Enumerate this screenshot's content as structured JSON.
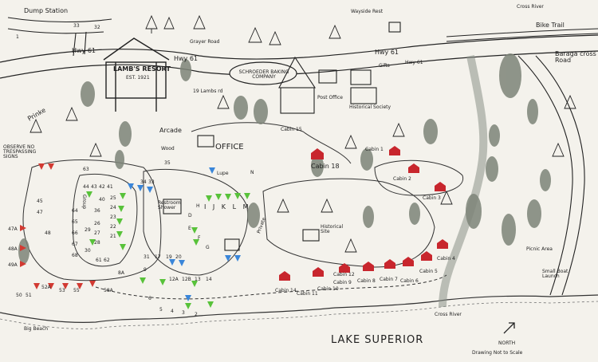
{
  "colors": {
    "paper": "#f4f2ec",
    "ink": "#1e1e1e",
    "cabin_red": "#c8262d",
    "site_green": "#58c23a",
    "site_blue": "#3a86d9",
    "site_red": "#d23a32",
    "tree_gray": "#7d8478"
  },
  "labels": {
    "dump_station": "Dump Station",
    "hwy61_a": "Hwy 61",
    "hwy61_b": "Hwy 61",
    "hwy61_c": "Hwy 61",
    "hwy61_d": "Hwy 61",
    "road_1": "1",
    "road_33": "33",
    "road_32": "32",
    "road_63": "63",
    "road_35": "35",
    "resort_sign": "LAMB'S RESORT",
    "resort_est": "EST. 1921",
    "grayer_road": "Grayer Road",
    "lambs_road": "19 Lambs rd",
    "bakery_name": "SCHROEDER BAKING COMPANY",
    "wayside_rest": "Wayside Rest",
    "gifts": "Gifts",
    "post_office": "Post Office",
    "historical_society": "Historical Society",
    "bike_trail": "Bike Trail",
    "cross_river_top": "Cross River",
    "baraga_cross": "Baraga cross Road",
    "prinke": "Prinke",
    "arcade": "Arcade",
    "wood": "Wood",
    "office": "OFFICE",
    "cabin15": "Cabin 15",
    "cabin18": "Cabin 18",
    "cabin1": "Cabin 1",
    "cabin2": "Cabin 2",
    "cabin3": "Cabin 3",
    "cabin4": "Cabin 4",
    "cabin5": "Cabin 5",
    "cabin6": "Cabin 6",
    "cabin7": "Cabin 7",
    "cabin8": "Cabin 8",
    "cabin9": "Cabin 9",
    "cabin10": "Cabin 10",
    "cabin11": "Cabin 11",
    "cabin12": "Cabin 12",
    "cabin14": "Cabin 14",
    "observe": "OBSERVE NO TRESPASSING SIGNS",
    "lupe": "Lupe",
    "restroom": "Restroom Shower",
    "ijklm": "I J K L M",
    "private": "Private",
    "historical_site": "Historical Site",
    "group": "Group",
    "picnic": "Picnic Area",
    "small_boat": "Small Boat Launch",
    "big_beach": "Big Beach",
    "cross_river": "Cross River",
    "lake": "LAKE SUPERIOR",
    "north": "NORTH",
    "not_to_scale": "Drawing Not to Scale",
    "site_45": "45",
    "site_47": "47",
    "site_48": "48",
    "site_47a": "47A",
    "site_48a": "48A",
    "site_49a": "49A",
    "site_50": "50",
    "site_51": "51",
    "site_52a": "52A",
    "site_53": "53",
    "site_55": "55",
    "site_58a": "58A",
    "site_8a": "8A",
    "site_6": "6",
    "site_5": "5",
    "site_4": "4",
    "site_3": "3",
    "site_2": "2",
    "site_9": "9",
    "site_12a": "12A",
    "site_12b": "12B",
    "site_13": "13",
    "site_14": "14",
    "site_44": "44",
    "site_43": "43",
    "site_42": "42",
    "site_41": "41",
    "site_40": "40",
    "site_36": "36",
    "site_25": "25",
    "site_24": "24",
    "site_23": "23",
    "site_22": "22",
    "site_21": "21",
    "site_26": "26",
    "site_27": "27",
    "site_28": "28",
    "site_29": "29",
    "site_30": "30",
    "site_31": "31",
    "site_33": "33",
    "site_34": "34",
    "site_61": "61",
    "site_62": "62",
    "site_64": "64",
    "site_65": "65",
    "site_66": "66",
    "site_67": "67",
    "site_68": "68",
    "site_17": "17",
    "site_19": "19",
    "site_20": "20",
    "site_d": "D",
    "site_e": "E",
    "site_f": "F",
    "site_g": "G",
    "site_h": "H",
    "site_n": "N"
  }
}
